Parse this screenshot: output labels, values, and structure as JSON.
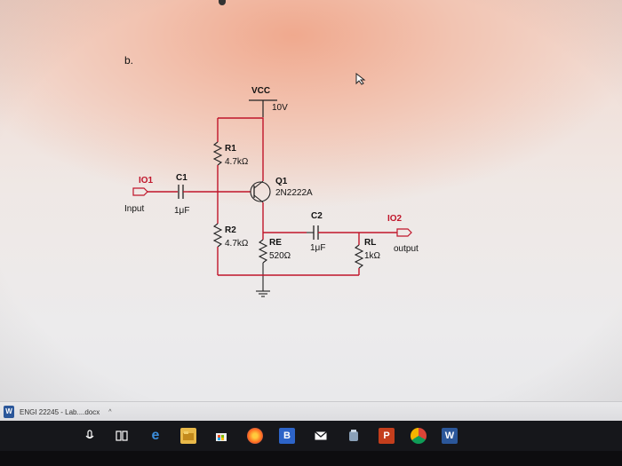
{
  "problem_label": "b.",
  "circuit": {
    "vcc_label": "VCC",
    "vcc_value": "10V",
    "r1_name": "R1",
    "r1_value": "4.7kΩ",
    "r2_name": "R2",
    "r2_value": "4.7kΩ",
    "re_name": "RE",
    "re_value": "520Ω",
    "rl_name": "RL",
    "rl_value": "1kΩ",
    "c1_name": "C1",
    "c1_value": "1μF",
    "c2_name": "C2",
    "c2_value": "1μF",
    "q1_name": "Q1",
    "q1_value": "2N2222A",
    "io1_label": "IO1",
    "io2_label": "IO2",
    "input_label": "Input",
    "output_label": "output"
  },
  "download_bar": {
    "file_name": "ENGI 22245 - Lab....docx",
    "chevron": "^"
  },
  "taskbar": {
    "items": [
      "mic-icon",
      "task-view-icon",
      "edge-icon",
      "explorer-icon",
      "store-icon",
      "firefox-icon",
      "b-app-icon",
      "mail-icon",
      "app-icon",
      "powerpoint-icon",
      "chrome-icon",
      "word-icon"
    ],
    "b_label": "B",
    "ppt_label": "P",
    "word_label": "W"
  },
  "colors": {
    "wire_red": "#c0152a",
    "wire_black": "#222222",
    "taskbar_bg": "#16171b"
  }
}
